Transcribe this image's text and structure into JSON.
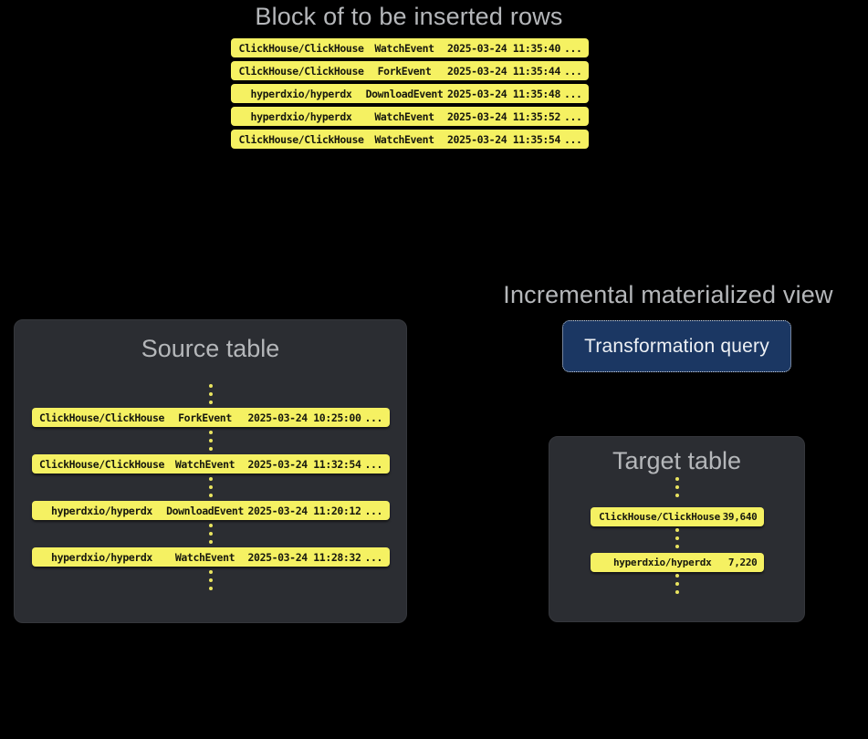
{
  "colors": {
    "background": "#000000",
    "row_yellow": "#f5f162",
    "panel_bg": "#2b2d32",
    "button_bg": "#1b3763",
    "button_border": "#ccd2da",
    "title_gray": "#b5b7ba"
  },
  "insert_block": {
    "title": "Block of to be inserted rows",
    "rows": [
      {
        "repo": "ClickHouse/ClickHouse",
        "event": "WatchEvent",
        "timestamp": "2025-03-24 11:35:40",
        "more": "..."
      },
      {
        "repo": "ClickHouse/ClickHouse",
        "event": "ForkEvent",
        "timestamp": "2025-03-24 11:35:44",
        "more": "..."
      },
      {
        "repo": "hyperdxio/hyperdx",
        "event": "DownloadEvent",
        "timestamp": "2025-03-24 11:35:48",
        "more": "..."
      },
      {
        "repo": "hyperdxio/hyperdx",
        "event": "WatchEvent",
        "timestamp": "2025-03-24 11:35:52",
        "more": "..."
      },
      {
        "repo": "ClickHouse/ClickHouse",
        "event": "WatchEvent",
        "timestamp": "2025-03-24 11:35:54",
        "more": "..."
      }
    ]
  },
  "source_table": {
    "title": "Source table",
    "rows": [
      {
        "repo": "ClickHouse/ClickHouse",
        "event": "ForkEvent",
        "timestamp": "2025-03-24 10:25:00",
        "more": "..."
      },
      {
        "repo": "ClickHouse/ClickHouse",
        "event": "WatchEvent",
        "timestamp": "2025-03-24 11:32:54",
        "more": "..."
      },
      {
        "repo": "hyperdxio/hyperdx",
        "event": "DownloadEvent",
        "timestamp": "2025-03-24 11:20:12",
        "more": "..."
      },
      {
        "repo": "hyperdxio/hyperdx",
        "event": "WatchEvent",
        "timestamp": "2025-03-24 11:28:32",
        "more": "..."
      }
    ]
  },
  "materialized_view": {
    "title": "Incremental materialized view",
    "button_label": "Transformation query"
  },
  "target_table": {
    "title": "Target table",
    "rows": [
      {
        "repo": "ClickHouse/ClickHouse",
        "count": "39,640"
      },
      {
        "repo": "hyperdxio/hyperdx",
        "count": "7,220"
      }
    ]
  }
}
